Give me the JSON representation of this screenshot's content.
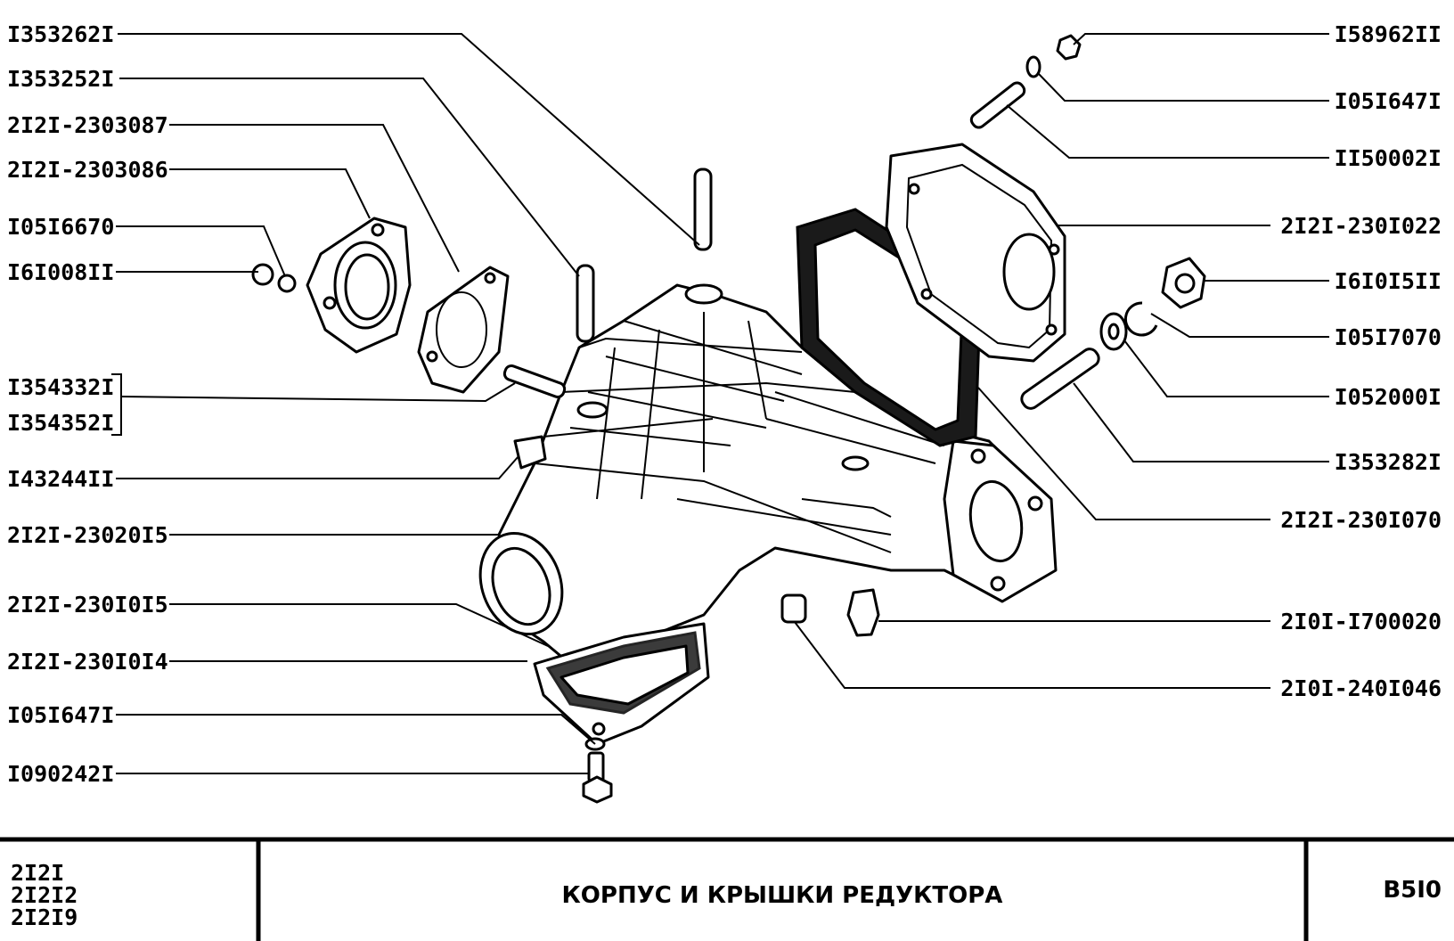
{
  "labels_left": [
    "I353262I",
    "I353252I",
    "2I2I-2303087",
    "2I2I-2303086",
    "I05I6670",
    "I6I008II",
    "I354332I",
    "I354352I",
    "I43244II",
    "2I2I-23020I5",
    "2I2I-230I0I5",
    "2I2I-230I0I4",
    "I05I647I",
    "I090242I"
  ],
  "labels_right": [
    "I58962II",
    "I05I647I",
    "II50002I",
    "2I2I-230I022",
    "I6I0I5II",
    "I05I7070",
    "I052000I",
    "I353282I",
    "2I2I-230I070",
    "2I0I-I700020",
    "2I0I-240I046"
  ],
  "footer": {
    "models": [
      "2I2I",
      "2I2I2",
      "2I2I9"
    ],
    "title": "КОРПУС И КРЫШКИ РЕДУКТОРА",
    "code": "B5I0"
  }
}
